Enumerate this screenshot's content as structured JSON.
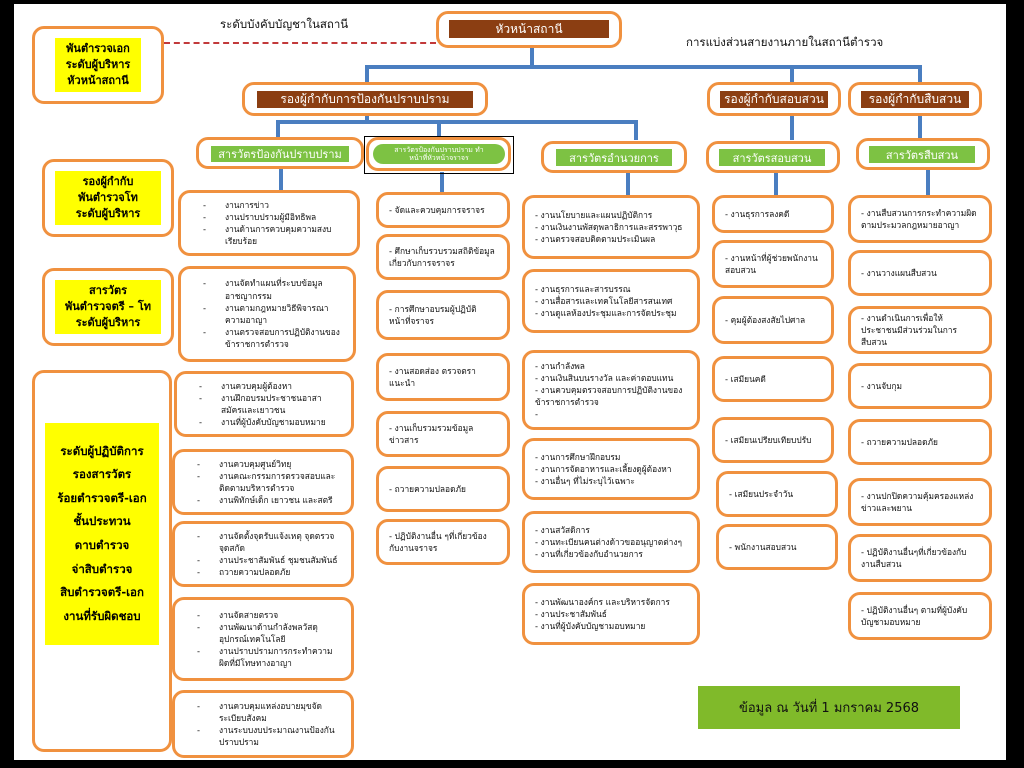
{
  "header": {
    "title": "หัวหน้าสถานี",
    "command_label": "ระดับบังคับบัญชาในสถานี",
    "division_label": "การแบ่งส่วนสายงานภายในสถานีตำรวจ"
  },
  "legend": [
    {
      "lines": [
        "พันตำรวจเอก",
        "ระดับผู้บริหาร",
        "หัวหน้าสถานี"
      ]
    },
    {
      "lines": [
        "รองผู้กำกับ",
        "พันตำรวจโท",
        "ระดับผู้บริหาร"
      ]
    },
    {
      "lines": [
        "สารวัตร",
        "พันตำรวจตรี – โท",
        "ระดับผู้บริหาร"
      ]
    },
    {
      "lines": [
        "ระดับผู้ปฏิบัติการ",
        "รองสารวัตร",
        "ร้อยตำรวจตรี-เอก",
        "ชั้นประทวน",
        "ดาบตำรวจ",
        "จ่าสิบตำรวจ",
        "สิบตำรวจตรี-เอก",
        "งานที่รับผิดชอบ"
      ]
    }
  ],
  "deputies": [
    {
      "label": "รองผู้กำกับการป้องกันปราบปราม"
    },
    {
      "label": "รองผู้กำกับสอบสวน"
    },
    {
      "label": "รองผู้กำกับสืบสวน"
    }
  ],
  "columns": [
    {
      "inspector": "สารวัตรป้องกันปราบปราม",
      "tasks": [
        [
          "งานการข่าว",
          "งานปราบปรามผู้มีอิทธิพล",
          "งานด้านการควบคุมความสงบเรียบร้อย"
        ],
        [
          "งานจัดทำแผนที่ระบบข้อมูลอาชญากรรม",
          "งานตามกฎหมายวิธีพิจารณาความอาญา",
          "งานตรวจสอบการปฏิบัติงานของข้าราชการตำรวจ"
        ],
        [
          "งานควบคุมผู้ต้องหา",
          "งานฝึกอบรมประชาชนอาสาสมัครและเยาวชน",
          "งานที่ผู้บังคับบัญชามอบหมาย"
        ],
        [
          "งานควบคุมศูนย์วิทยุ",
          "งานคณะกรรมการตรวจสอบและติดตามบริหารตำรวจ",
          "งานพิทักษ์เด็ก เยาวชน และสตรี"
        ],
        [
          "งานจัดตั้งจุดรับแจ้งเหตุ จุดตรวจ จุดสกัด",
          "งานประชาสัมพันธ์ ชุมชนสัมพันธ์",
          "ถวายความปลอดภัย"
        ],
        [
          "งานจัดสายตรวจ",
          "งานพัฒนาด้านกำลังพลวัสดุอุปกรณ์เทคโนโลยี",
          "งานปราบปรามการกระทำความผิดที่มีโทษทางอาญา"
        ],
        [
          "งานควบคุมแหล่งอบายมุขจัดระเบียบสังคม",
          "งานระบบงบประมาณงานป้องกันปราบปราม"
        ]
      ]
    },
    {
      "inspector": "สารวัตรป้องกันปราบปราม ทำหน้าที่หัวหน้าจราจร",
      "tasks": [
        [
          "- จัดและควบคุมการจราจร"
        ],
        [
          "- ศึกษาเก็บรวบรวมสถิติข้อมูลเกี่ยวกับการจราจร"
        ],
        [
          "- การศึกษาอบรมผู้ปฏิบัติหน้าที่จราจร"
        ],
        [
          "- งานสอดส่อง ตรวจตรา แนะนำ"
        ],
        [
          "- งานเก็บรวมรวมข้อมูลข่าวสาร"
        ],
        [
          "- ถวายความปลอดภัย"
        ],
        [
          "- ปฏิบัติงานอื่น ๆที่เกี่ยวข้องกับงานจราจร"
        ]
      ]
    },
    {
      "inspector": "สารวัตรอำนวยการ",
      "tasks": [
        [
          "- งานนโยบายและแผนปฏิบัติการ",
          "- งานเงินงานพัสดุพลาธิการและสรรพาวุธ",
          "- งานตรวจสอบติดตามประเมินผล"
        ],
        [
          "- งานธุรการและสารบรรณ",
          "- งานสื่อสารและเทคโนโลยีสารสนเทศ",
          "- งานดูแลห้องประชุมและการจัดประชุม"
        ],
        [
          "- งานกำลังพล",
          "- งานเงินสินบนรางวัล และค่าตอบแทน",
          "- งานควบคุมตรวจสอบการปฏิบัติงานของข้าราชการตำรวจ",
          "-"
        ],
        [
          "- งานการศึกษาฝึกอบรม",
          "- งานการจัดอาหารและเลี้ยงดูผู้ต้องหา",
          "- งานอื่นๆ ที่ไม่ระบุไว้เฉพาะ"
        ],
        [
          "- งานสวัสดิการ",
          "- งานทะเบียนคนต่างด้าวขออนุญาตต่างๆ",
          "- งานที่เกี่ยวข้องกับอำนวยการ"
        ],
        [
          "- งานพัฒนาองค์กร และบริหารจัดการ",
          "- งานประชาสัมพันธ์",
          "- งานที่ผู้บังคับบัญชามอบหมาย"
        ]
      ]
    },
    {
      "inspector": "สารวัตรสอบสวน",
      "tasks": [
        [
          "- งานธุรการลงคดี"
        ],
        [
          "- งานหน้าที่ผู้ช่วยพนักงานสอบสวน"
        ],
        [
          "- คุมผู้ต้องสงสัยไปศาล"
        ],
        [
          "- เสมียนคดี"
        ],
        [
          "- เสมียนเปรียบเทียบปรับ"
        ],
        [
          "- เสมียนประจำวัน"
        ],
        [
          "- พนักงานสอบสวน"
        ]
      ]
    },
    {
      "inspector": "สารวัตรสืบสวน",
      "tasks": [
        [
          "- งานสืบสวนการกระทำความผิดตามประมวลกฎหมายอาญา"
        ],
        [
          "- งานวางแผนสืบสวน"
        ],
        [
          "- งานดำเนินการเพื่อให้ประชาชนมีส่วนร่วมในการสืบสวน"
        ],
        [
          "- งานจับกุม"
        ],
        [
          "- ถวายความปลอดภัย"
        ],
        [
          "- งานปกปิดความคุ้มครองแหล่งข่าวและพยาน"
        ],
        [
          "- ปฏิบัติงานอื่นๆที่เกี่ยวข้องกับงานสืบสวน"
        ],
        [
          "- ปฏิบัติงานอื่นๆ ตามที่ผู้บังคับบัญชามอบหมาย"
        ]
      ]
    }
  ],
  "footer": {
    "date_note": "ข้อมูล ณ วันที่ 1 มกราคม 2568"
  },
  "colors": {
    "box_border": "#f0913f",
    "header_fill": "#8b3e12",
    "inspector_fill": "#7dc243",
    "legend_fill": "#ffff00",
    "connector": "#4a7ec0",
    "dashed": "#c2393b"
  }
}
